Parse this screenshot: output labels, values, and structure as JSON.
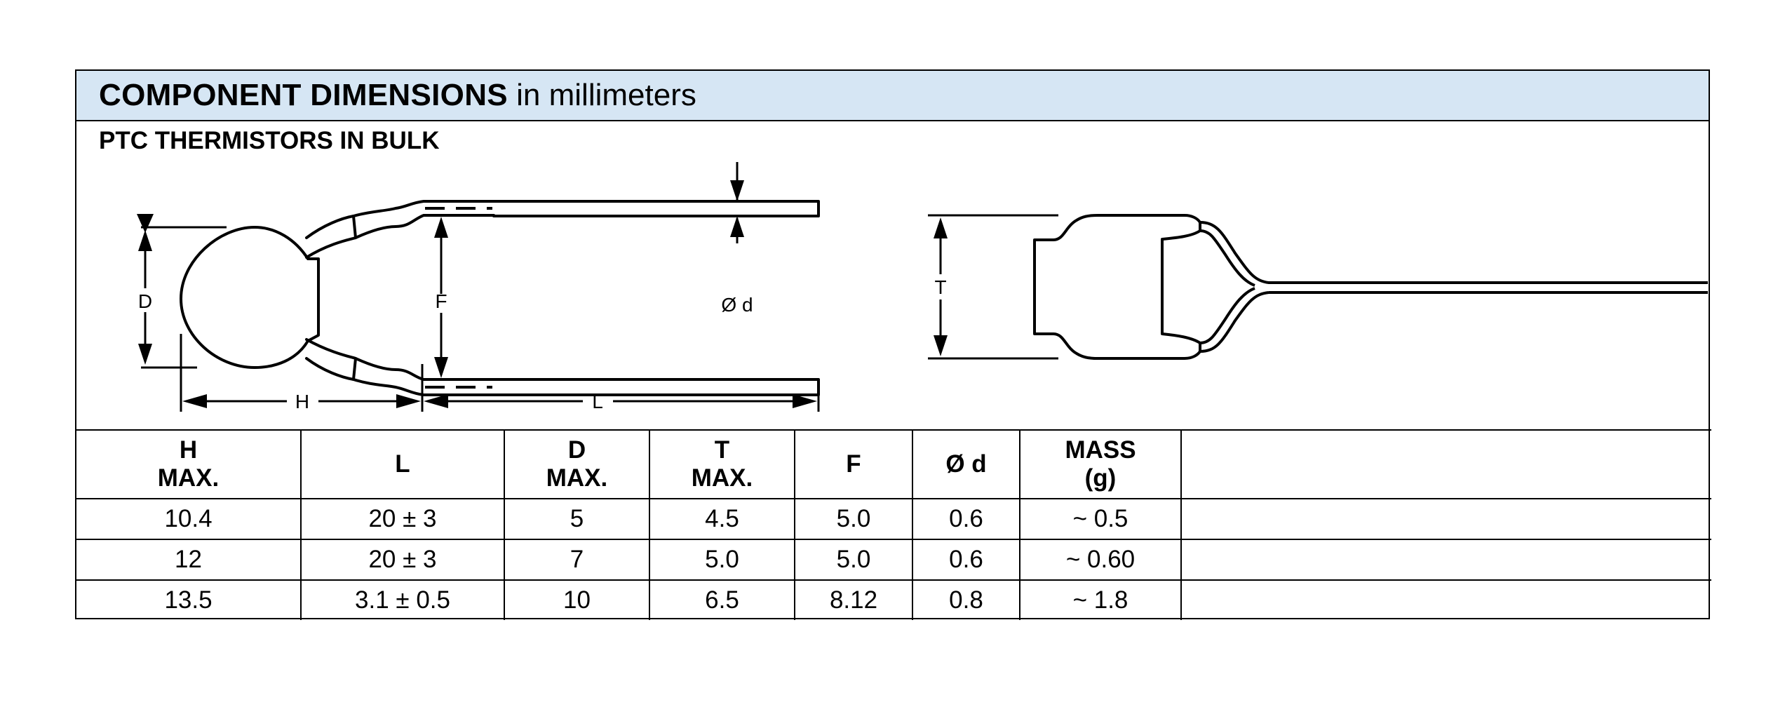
{
  "header": {
    "title_bold": "COMPONENT DIMENSIONS",
    "title_rest": " in millimeters",
    "subtitle": "PTC THERMISTORS IN BULK"
  },
  "drawing_labels": {
    "d": "D",
    "f": "F",
    "h": "H",
    "l": "L",
    "od": "Ø d",
    "t": "T"
  },
  "table": {
    "columns": [
      {
        "line1": "H",
        "line2": "MAX."
      },
      {
        "line1": "L",
        "line2": ""
      },
      {
        "line1": "D",
        "line2": "MAX."
      },
      {
        "line1": "T",
        "line2": "MAX."
      },
      {
        "line1": "F",
        "line2": ""
      },
      {
        "line1": "Ø d",
        "line2": ""
      },
      {
        "line1": "MASS",
        "line2": "(g)"
      }
    ],
    "rows": [
      [
        "10.4",
        "20 ± 3",
        "5",
        "4.5",
        "5.0",
        "0.6",
        "~ 0.5"
      ],
      [
        "12",
        "20 ± 3",
        "7",
        "5.0",
        "5.0",
        "0.6",
        "~ 0.60"
      ],
      [
        "13.5",
        "3.1 ± 0.5",
        "10",
        "6.5",
        "8.12",
        "0.8",
        "~ 1.8"
      ]
    ]
  }
}
